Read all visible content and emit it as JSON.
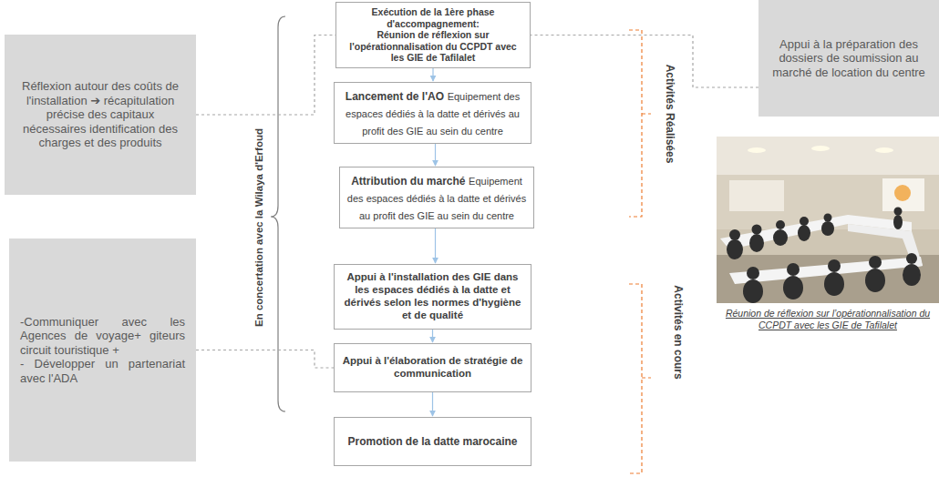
{
  "diagram": {
    "nodes": [
      {
        "text": [
          "Exécution de la 1ère phase d'accompagnement:",
          "Réunion de réflexion sur l'opérationnalisation du CCPDT avec les GIE de Tafilalet"
        ]
      },
      {
        "text": [
          "Lancement de l'AO",
          "Equipement des espaces dédiés à la datte et dérivés au profit des GIE au sein du centre"
        ]
      },
      {
        "text": [
          "Attribution du marché",
          "Equipement des espaces dédiés à la datte et dérivés au profit des GIE au sein du centre"
        ]
      },
      {
        "text": [
          "Appui à l'installation des GIE dans les espaces dédiés à la datte et dérivés selon les normes d'hygiène et de qualité"
        ]
      },
      {
        "text": [
          "Appui à l'élaboration de stratégie de communication"
        ]
      },
      {
        "text": [
          "Promotion de la datte marocaine"
        ]
      },
      {
        "text": [
          "Réflexion autour des coûts de l'installation ➔ récapitulation précise des capitaux nécessaires identification des charges et des produits"
        ]
      },
      {
        "text": [
          "-Communiquer avec les Agences de voyage+ giteurs circuit touristique +",
          "- Développer un partenariat avec l'ADA"
        ]
      },
      {
        "text": [
          "Appui à la préparation des dossiers de soumission au marché de location du centre"
        ]
      }
    ],
    "edges": [
      {
        "from": 0,
        "to": 1,
        "arrow": "to"
      },
      {
        "from": 1,
        "to": 2,
        "arrow": "to"
      },
      {
        "from": 2,
        "to": 3,
        "arrow": "to"
      },
      {
        "from": 3,
        "to": 4,
        "arrow": "to"
      },
      {
        "from": 4,
        "to": 5,
        "arrow": "to"
      },
      {
        "from": 6,
        "to": 0,
        "arrow": "none"
      },
      {
        "from": 7,
        "to": 4,
        "arrow": "none"
      },
      {
        "from": 8,
        "to": 0,
        "arrow": "none"
      }
    ],
    "labels": [
      "En concertation avec la Wilaya d'Erfoud",
      "Activités Réalisées",
      "Activités en cours",
      "Réunion de réflexion sur l’opérationnalisation du CCPDT avec les GIE de Tafilalet"
    ]
  }
}
